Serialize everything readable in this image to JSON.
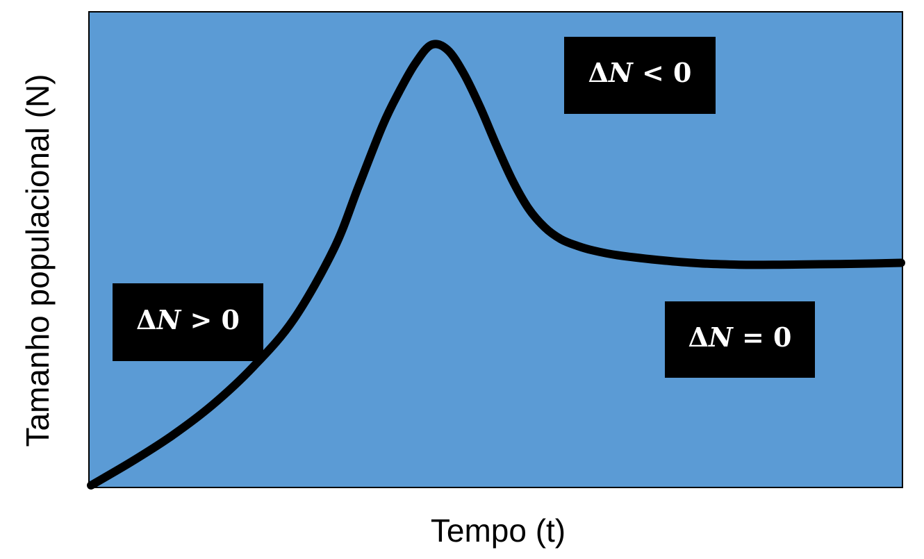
{
  "chart_data": {
    "type": "line",
    "title": "",
    "xlabel": "Tempo (t)",
    "ylabel": "Tamanho populacional (N)",
    "xlim": [
      0,
      100
    ],
    "ylim": [
      0,
      100
    ],
    "grid": false,
    "colors": {
      "plot_background": "#5b9bd5",
      "line": "#000000",
      "label_box": "#000000",
      "label_text": "#ffffff"
    },
    "series": [
      {
        "x": [
          0,
          5,
          10,
          15,
          20,
          25,
          30,
          33,
          36,
          38,
          40,
          42,
          44,
          46,
          48,
          50,
          52,
          54,
          56,
          58,
          60,
          62,
          65,
          70,
          75,
          80,
          85,
          90,
          95,
          100
        ],
        "values": [
          0,
          5,
          10.5,
          17,
          25,
          35,
          50,
          63,
          76,
          83,
          89,
          93,
          92,
          87,
          80,
          72,
          64.5,
          58.5,
          54.5,
          52,
          50.6,
          49.6,
          48.6,
          47.6,
          46.9,
          46.6,
          46.6,
          46.7,
          46.8,
          47
        ]
      }
    ],
    "annotations": [
      {
        "delta": "Δ",
        "var": "N",
        "rest": " > 0"
      },
      {
        "delta": "Δ",
        "var": "N",
        "rest": " < 0"
      },
      {
        "delta": "Δ",
        "var": "N",
        "rest": " = 0"
      }
    ]
  }
}
